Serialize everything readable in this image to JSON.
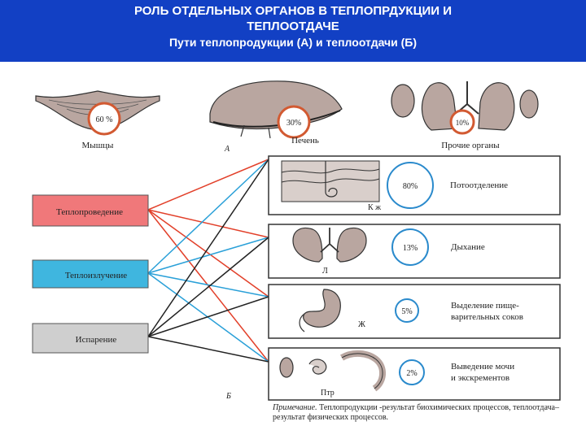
{
  "header": {
    "title_line1": "РОЛЬ ОТДЕЛЬНЫХ ОРГАНОВ В ТЕПЛОПРДУКЦИИ И",
    "title_line2": "ТЕПЛООТДАЧЕ",
    "subtitle": "Пути теплопродукции (А) и теплоотдачи (Б)"
  },
  "production": {
    "section_letter": "А",
    "items": [
      {
        "organ": "Мышцы",
        "percent": "60 %"
      },
      {
        "organ": "Печень",
        "percent": "30%"
      },
      {
        "organ": "Прочие органы",
        "percent": "10%"
      }
    ]
  },
  "transfer": {
    "section_letter": "Б",
    "methods": [
      {
        "label": "Теплопроведение",
        "color": "#f0787a"
      },
      {
        "label": "Теплоизлучение",
        "color": "#3fb6df"
      },
      {
        "label": "Испарение",
        "color": "#cfcfcf"
      }
    ],
    "paths": [
      {
        "letter": "К ж",
        "percent": "80%",
        "label": "Потоотделение"
      },
      {
        "letter": "Л",
        "percent": "13%",
        "label": "Дыхание"
      },
      {
        "letter": "Ж",
        "percent": "5%",
        "label_line1": "Выделение пище-",
        "label_line2": "варительных соков"
      },
      {
        "letter": "Птр",
        "percent": "2%",
        "label_line1": "Выведение мочи",
        "label_line2": "и экскрементов"
      }
    ]
  },
  "note": {
    "prefix": "Примечание.",
    "text": "Теплопродукции -результат биохимических процессов, теплоотдача–результат физических процессов."
  }
}
